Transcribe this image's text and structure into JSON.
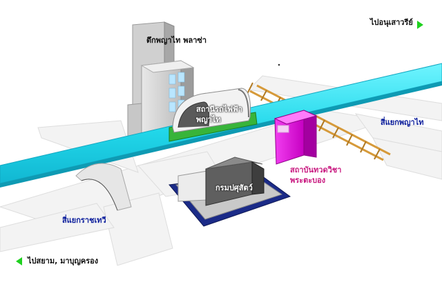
{
  "labels": {
    "to_victory_monument": "ไปอนุเสาวรีย์",
    "building_plaza": "ตึกพญาไท พลาซ่า",
    "bts_station": "สถานีรถไฟฟ้า",
    "bts_station_line2": "พญาไท",
    "phayathai_intersection": "สี่แยกพญาไท",
    "institute": "สถาบันทวดวิชา",
    "institute_line2": "พระตะบอง",
    "livestock_dept": "กรมปศุสัตว์",
    "ratchathewi_intersection": "สี่แยกราชเทวี",
    "to_siam": "ไปสยาม, มาบุญครอง"
  },
  "colors": {
    "skytrain": "#22d8ea",
    "road": "#f2f2f2",
    "institute_building": "#e400d8",
    "arrow": "#1fd11f",
    "intersection_text": "#0c1e9c",
    "institute_text": "#c8187f",
    "rail": "#d69a3a"
  },
  "icons": [
    "arrow-right-icon",
    "arrow-left-icon"
  ]
}
